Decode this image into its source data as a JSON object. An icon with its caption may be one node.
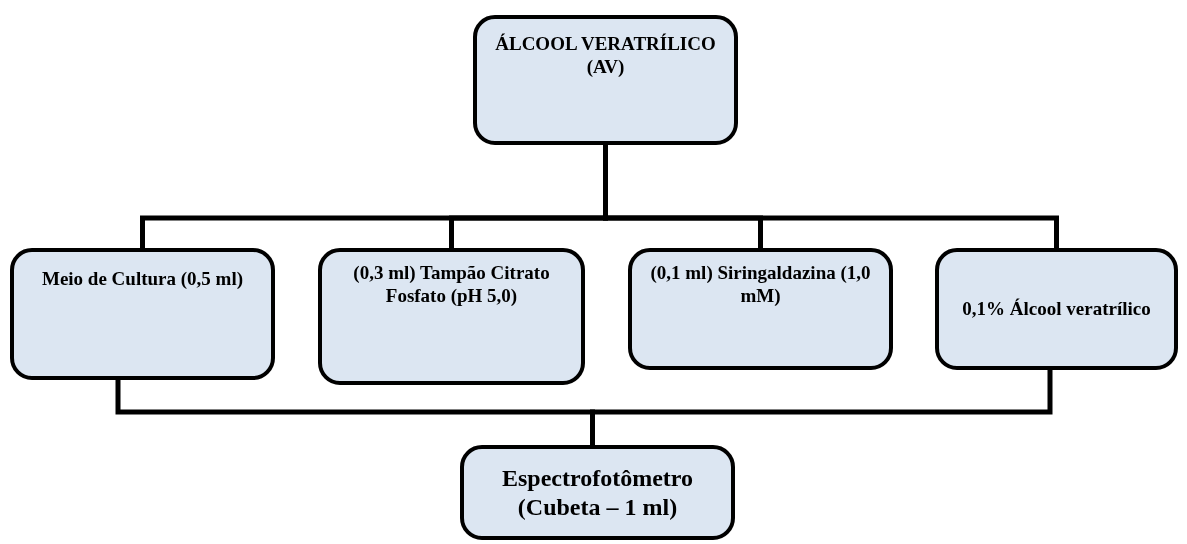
{
  "diagram": {
    "nodes": [
      {
        "text": [
          "ÁLCOOL VERATRÍLICO (AV)"
        ]
      },
      {
        "text": [
          "Meio de Cultura (0,5 ml)"
        ]
      },
      {
        "text": [
          "(0,3 ml) Tampão Citrato Fosfato (pH 5,0)"
        ]
      },
      {
        "text": [
          "(0,1 ml) Siringaldazina (1,0 mM)"
        ]
      },
      {
        "text": [
          "0,1% Álcool veratrílico"
        ]
      },
      {
        "text": [
          "Espectrofotômetro (Cubeta – 1 ml)"
        ]
      }
    ],
    "edges": [
      {
        "from": 0,
        "to": 1,
        "arrow": "none"
      },
      {
        "from": 0,
        "to": 2,
        "arrow": "none"
      },
      {
        "from": 0,
        "to": 3,
        "arrow": "none"
      },
      {
        "from": 0,
        "to": 4,
        "arrow": "none"
      },
      {
        "from": 1,
        "to": 5,
        "arrow": "none"
      },
      {
        "from": 4,
        "to": 5,
        "arrow": "none"
      }
    ]
  }
}
